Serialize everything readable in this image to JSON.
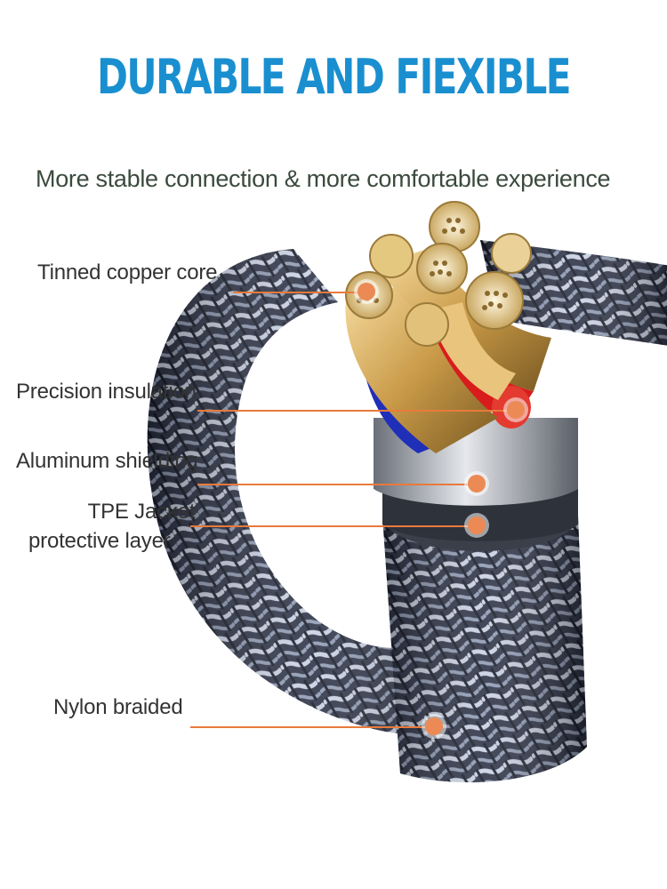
{
  "headline": {
    "text": "DURABLE AND FIEXIBLE",
    "color": "#1a8fd0"
  },
  "subheading": {
    "text": "More stable connection & more comfortable experience",
    "color": "#3b4a3e"
  },
  "colors": {
    "label_text": "#333333",
    "leader_line": "#e87a3c",
    "marker_fill": "#ec8a55",
    "braid_dark": "#2a3044",
    "braid_light": "#b9c3d6",
    "copper": "#d9b26a"
  },
  "layers": [
    {
      "id": "core",
      "label": "Tinned copper core"
    },
    {
      "id": "insulation",
      "label": "Precision insulation"
    },
    {
      "id": "shielding",
      "label": "Aluminum shielding"
    },
    {
      "id": "jacket",
      "label_line1": "TPE Jacket",
      "label_line2": "protective layer"
    },
    {
      "id": "braid",
      "label": "Nylon braided"
    }
  ]
}
